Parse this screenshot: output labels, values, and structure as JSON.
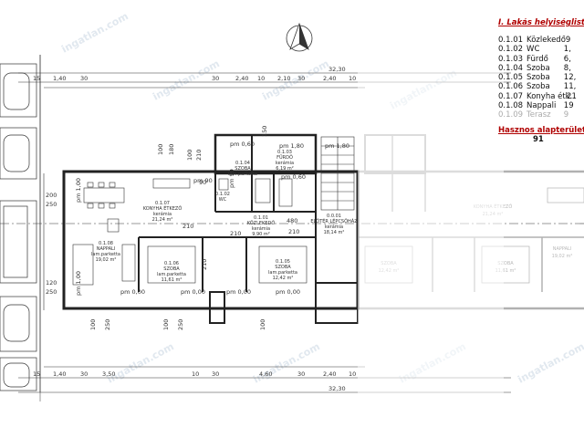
{
  "legend": {
    "title": "I. Lakás helyiséglista:",
    "rows": [
      {
        "code": "0.1.01",
        "name": "Közlekedő",
        "area": "9"
      },
      {
        "code": "0.1.02",
        "name": "WC",
        "area": "1,"
      },
      {
        "code": "0.1.03",
        "name": "Fürdő",
        "area": "6,"
      },
      {
        "code": "0.1.04",
        "name": "Szoba",
        "area": "8,"
      },
      {
        "code": "0.1.05",
        "name": "Szoba",
        "area": "12,"
      },
      {
        "code": "0.1.06",
        "name": "Szoba",
        "area": "11,"
      },
      {
        "code": "0.1.07",
        "name": "Konyha étk.",
        "area": "21"
      },
      {
        "code": "0.1.08",
        "name": "Nappali",
        "area": "19"
      },
      {
        "code": "0.1.09",
        "name": "Terasz",
        "area": "9"
      }
    ],
    "total_label": "Hasznos alapterülete az",
    "total_value": "91"
  },
  "dims": {
    "overall_top": "32,30",
    "overall_bottom": "32,30",
    "top_segments": [
      "15",
      "1,40",
      "30",
      "30",
      "2,40",
      "10",
      "2,10",
      "30",
      "2,40",
      "10"
    ],
    "bottom_segments": [
      "15",
      "1,40",
      "30",
      "3,50",
      "10",
      "30",
      "4,60",
      "30",
      "2,40",
      "10"
    ],
    "left_vertical": [
      "200",
      "250",
      "120",
      "250"
    ],
    "interior": [
      "100",
      "180",
      "100",
      "210",
      "150",
      "90",
      "210",
      "210",
      "480",
      "210",
      "210",
      "100",
      "250",
      "100",
      "250",
      "100"
    ],
    "openings": [
      "pm 0,60",
      "pm 1,80",
      "pm 1,80",
      "pm 1,00",
      "pm 90",
      "pm 90",
      "pm 1,00",
      "pm 0,00",
      "pm 0,00",
      "pm 0,00",
      "pm 0,00",
      "pm 0,60"
    ]
  },
  "rooms": [
    {
      "num": "0.1.07",
      "name": "KONYHA ÉTKEZŐ",
      "floor": "kerámia",
      "area": "21,24 m²"
    },
    {
      "num": "0.1.03",
      "name": "FÜRDŐ",
      "floor": "kerámia",
      "area": "6,19 m²"
    },
    {
      "num": "0.1.04",
      "name": "SZOBA",
      "floor": "lam.parketta",
      "area": ""
    },
    {
      "num": "0.1.08",
      "name": "NAPPALI",
      "floor": "lam.parketta",
      "area": "19,02 m²"
    },
    {
      "num": "0.1.06",
      "name": "SZOBA",
      "floor": "lam.parketta",
      "area": "11,61 m²"
    },
    {
      "num": "0.1.05",
      "name": "SZOBA",
      "floor": "lam.parketta",
      "area": "12,42 m²"
    },
    {
      "num": "0.1.01",
      "name": "KÖZLEKEDŐ",
      "floor": "kerámia",
      "area": "9,90 m²"
    },
    {
      "num": "0.0.01",
      "name": "ELŐTÉR LÉPCSŐHÁZ",
      "floor": "kerámia",
      "area": "18,14 m²"
    },
    {
      "num": "0.1.02",
      "name": "WC",
      "floor": "",
      "area": ""
    }
  ],
  "ghost_rooms": [
    {
      "name": "KONYHA ÉTKEZŐ",
      "area": "21,24 m²"
    },
    {
      "name": "SZOBA",
      "area": "12,42 m²"
    },
    {
      "name": "SZOBA",
      "area": "11,61 m²"
    },
    {
      "name": "NAPPALI",
      "area": "19,02 m²"
    }
  ],
  "watermark": "ingatlan.com",
  "colors": {
    "line": "#333333",
    "legend_accent": "#b00000",
    "faded": "#aaaaaa"
  },
  "icons": [
    "north-arrow-icon",
    "car-icon"
  ]
}
